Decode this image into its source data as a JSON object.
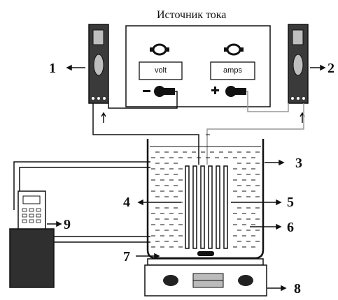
{
  "power_source": {
    "title": "Источник тока",
    "volt_label": "volt",
    "amps_label": "amps",
    "minus_sign": "−",
    "plus_sign": "+"
  },
  "labels": {
    "l1": "1",
    "l2": "2",
    "l3": "3",
    "l4": "4",
    "l5": "5",
    "l6": "6",
    "l7": "7",
    "l8": "8",
    "l9": "9"
  },
  "colors": {
    "line": "#111111",
    "device_fill": "#3a3a3a",
    "light_gray": "#bfbfbf"
  }
}
